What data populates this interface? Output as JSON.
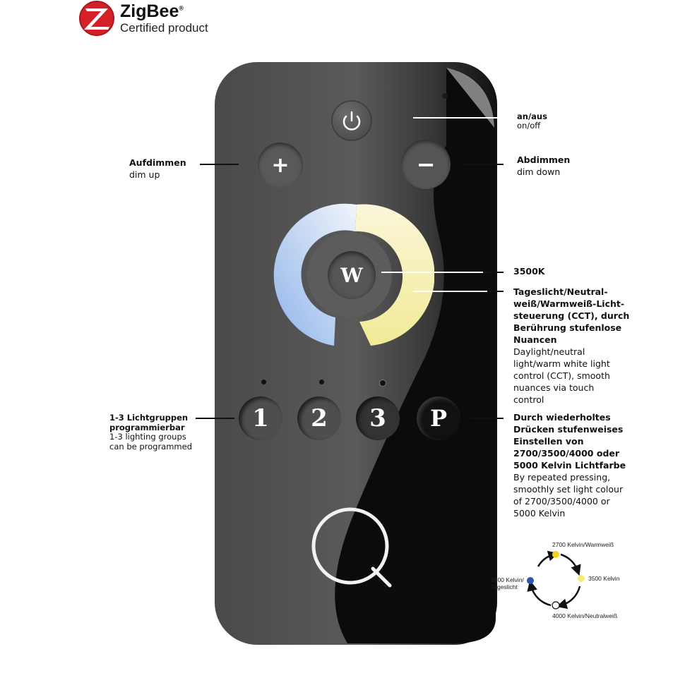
{
  "logo": {
    "title": "ZigBee",
    "subtitle": "Certified product",
    "registered": "®"
  },
  "buttons": {
    "power_icon": "power-icon",
    "dim_up": "+",
    "dim_down": "−",
    "white": "W",
    "group_1": "1",
    "group_2": "2",
    "group_3": "3",
    "program": "P",
    "brand": "Q"
  },
  "callouts": {
    "power": {
      "line1": "an/aus",
      "line2": "on/off"
    },
    "dim_up": {
      "line1": "Aufdimmen",
      "line2": "dim up"
    },
    "dim_down": {
      "line1": "Abdimmen",
      "line2": "dim down"
    },
    "kelvin": {
      "line1": "3500K"
    },
    "cct": {
      "bold": [
        "Tageslicht/Neutral-",
        "weiß/Warmweiß-Licht-",
        "steuerung (CCT), durch",
        "Berührung stufenlose",
        "Nuancen"
      ],
      "normal": [
        "Daylight/neutral",
        "light/warm white light",
        "control (CCT), smooth",
        "nuances via touch",
        "control"
      ]
    },
    "groups": {
      "bold": [
        "1-3 Lichtgruppen",
        "programmierbar"
      ],
      "normal": [
        "1-3 lighting groups",
        "can be programmed"
      ]
    },
    "program": {
      "bold": [
        "Durch wiederholtes",
        "Drücken stufenweises",
        "Einstellen von",
        "2700/3500/4000 oder",
        "5000 Kelvin Lichtfarbe"
      ],
      "normal": [
        "By repeated pressing,",
        "smoothly set light colour",
        "of 2700/3500/4000 or",
        "5000 Kelvin"
      ]
    }
  },
  "legend": {
    "top": "2700 Kelvin/Warmweiß",
    "right": "3500 Kelvin",
    "bottom": "4000 Kelvin/Neutralweiß",
    "left1": "5000 Kelvin/",
    "left2": "Tageslicht",
    "colors": {
      "warm": "#f2d31f",
      "mid": "#f4ec7a",
      "neutral": "#ffffff",
      "daylight": "#2f57a8"
    }
  }
}
